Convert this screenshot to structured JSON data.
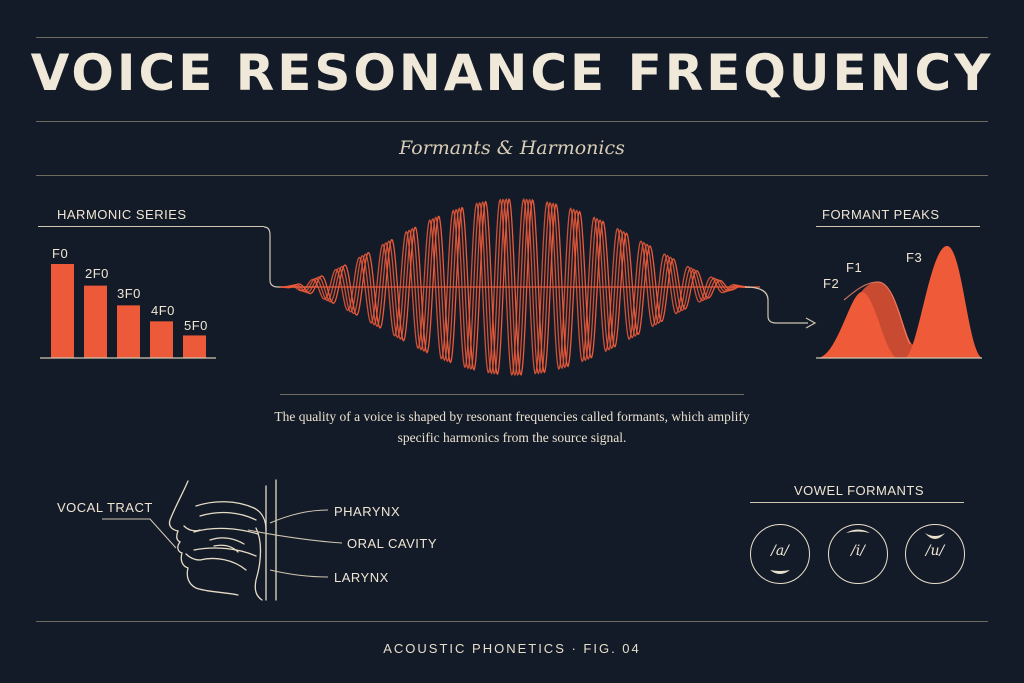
{
  "title": "VOICE RESONANCE FREQUENCY",
  "subtitle": "Formants & Harmonics",
  "harmonic_series": {
    "heading": "HARMONIC SERIES",
    "bars": [
      {
        "label": "F0",
        "level": 1.0
      },
      {
        "label": "2F0",
        "level": 0.77
      },
      {
        "label": "3F0",
        "level": 0.56
      },
      {
        "label": "4F0",
        "level": 0.39
      },
      {
        "label": "5F0",
        "level": 0.24
      }
    ]
  },
  "formant_peaks": {
    "heading": "FORMANT PEAKS",
    "peaks": [
      "F1",
      "F2",
      "F3"
    ]
  },
  "description": "The quality of a voice is shaped by resonant frequencies called formants, which amplify specific harmonics from the source signal.",
  "vocal_tract": {
    "heading": "VOCAL TRACT",
    "parts": [
      "PHARYNX",
      "ORAL CAVITY",
      "LARYNX"
    ]
  },
  "vowel_formants": {
    "heading": "VOWEL FORMANTS",
    "vowels": [
      "/a/",
      "/i/",
      "/u/"
    ]
  },
  "footer": "ACOUSTIC PHONETICS · FIG. 04",
  "colors": {
    "background": "#141b28",
    "accent": "#ec5a3a",
    "ink": "#efe6d4",
    "rule": "#6f6a5e"
  }
}
